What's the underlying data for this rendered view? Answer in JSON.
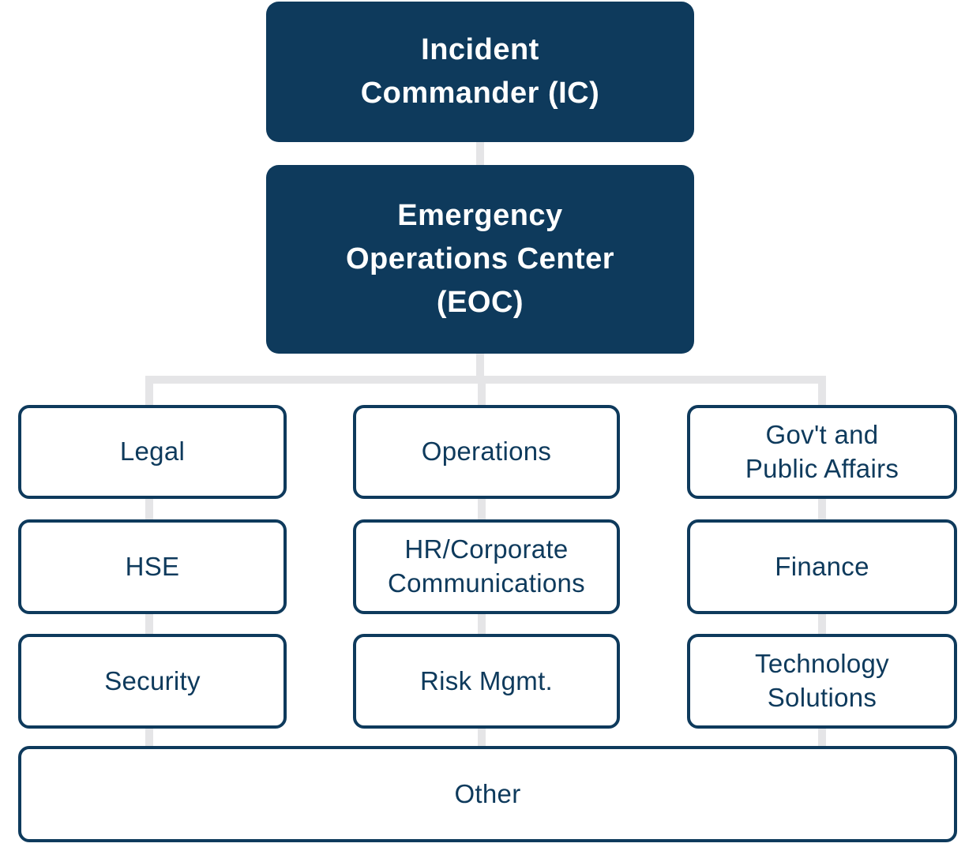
{
  "colors": {
    "navy": "#0E3A5C",
    "connector_gray": "#E5E5E7",
    "box_background": "#FFFFFF"
  },
  "org_chart": {
    "root": {
      "label": "Incident\nCommander (IC)"
    },
    "eoc": {
      "label": "Emergency\nOperations Center\n(EOC)"
    },
    "grid": [
      {
        "id": "legal",
        "label": "Legal"
      },
      {
        "id": "operations",
        "label": "Operations"
      },
      {
        "id": "govt-public-affairs",
        "label": "Gov't and\nPublic Affairs"
      },
      {
        "id": "hse",
        "label": "HSE"
      },
      {
        "id": "hr-corporate-communications",
        "label": "HR/Corporate\nCommunications"
      },
      {
        "id": "finance",
        "label": "Finance"
      },
      {
        "id": "security",
        "label": "Security"
      },
      {
        "id": "risk-mgmt",
        "label": "Risk Mgmt."
      },
      {
        "id": "technology-solutions",
        "label": "Technology\nSolutions"
      }
    ],
    "other": {
      "label": "Other"
    }
  }
}
